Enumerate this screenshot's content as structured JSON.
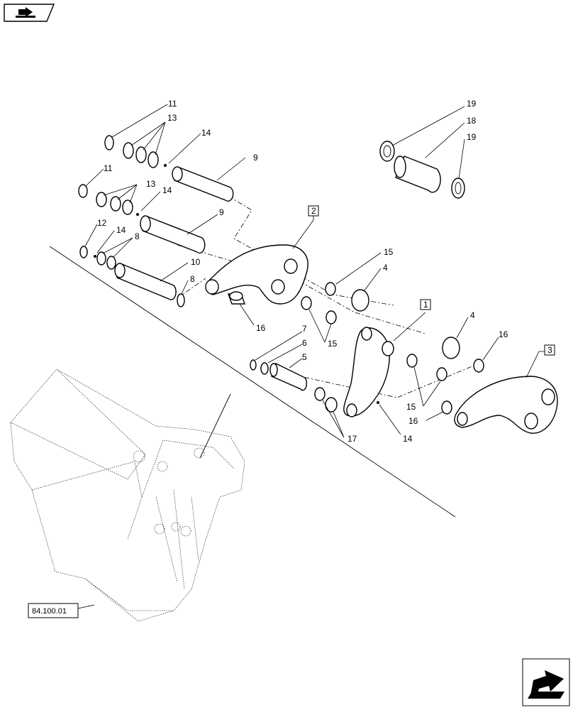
{
  "diagram": {
    "labels": {
      "l11a": "11",
      "l13a": "13",
      "l14a": "14",
      "l9a": "9",
      "l11b": "11",
      "l13b": "13",
      "l14b": "14",
      "l9b": "9",
      "l12": "12",
      "l14c": "14",
      "l8a": "8",
      "l10": "10",
      "l8b": "8",
      "l16a": "16",
      "l15a": "15",
      "l4a": "4",
      "l15b": "15",
      "l7": "7",
      "l6": "6",
      "l5": "5",
      "l17": "17",
      "l14d": "14",
      "l4b": "4",
      "l16b": "16",
      "l15c": "15",
      "l16c": "16",
      "l19a": "19",
      "l18": "18",
      "l19b": "19"
    },
    "callouts": {
      "c1": "1",
      "c2": "2",
      "c3": "3"
    },
    "reference": "84.100.01"
  },
  "icons": {
    "top_left": "book-arrow-icon",
    "bottom_right": "next-page-arrow-icon"
  }
}
